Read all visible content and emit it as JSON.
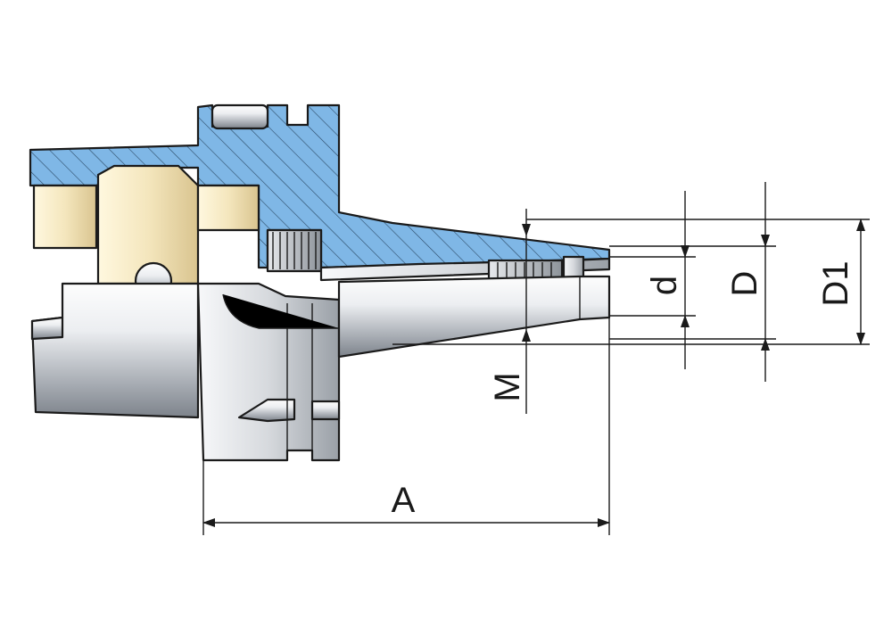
{
  "labels": {
    "A": "A",
    "M": "M",
    "d": "d",
    "D": "D",
    "D1": "D1"
  },
  "colors": {
    "section_fill": "#7fb7e6",
    "bearing_fill": "#f4e6bd",
    "steel_light": "#f2f3f5",
    "steel_dark": "#8c9199",
    "line": "#1a1a1a",
    "background": "#ffffff"
  }
}
